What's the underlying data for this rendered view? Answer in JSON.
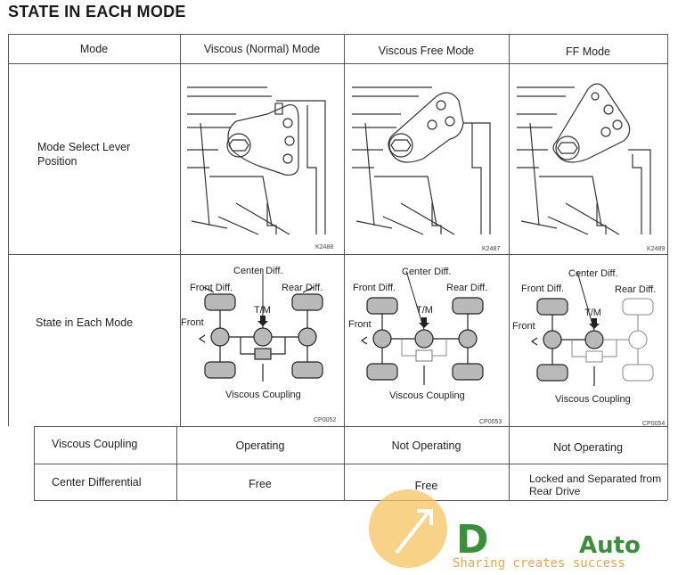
{
  "title": "STATE IN EACH MODE",
  "headers": [
    "Mode",
    "Viscous (Normal) Mode",
    "Viscous Free Mode",
    "FF Mode"
  ],
  "row_lever": {
    "label": "Mode Select Lever Position",
    "codes": [
      "K2488",
      "K2487",
      "K2489"
    ]
  },
  "row_state": {
    "label": "State in Each Mode",
    "diagram_labels": {
      "center_diff": "Center Diff.",
      "front_diff": "Front Diff.",
      "rear_diff": "Rear Diff.",
      "tm": "T/M",
      "front": "Front",
      "viscous_coupling": "Viscous Coupling"
    },
    "codes": [
      "CP0052",
      "CP0053",
      "CP0054"
    ]
  },
  "row_viscous": {
    "label": "Viscous Coupling",
    "values": [
      "Operating",
      "Not Operating",
      "Not Operating"
    ]
  },
  "row_center": {
    "label": "Center Differential",
    "values": [
      "Free",
      "Free",
      "Locked and Separated from Rear Drive"
    ]
  },
  "watermark": {
    "brand": "Auto",
    "tagline": "Sharing creates success"
  }
}
